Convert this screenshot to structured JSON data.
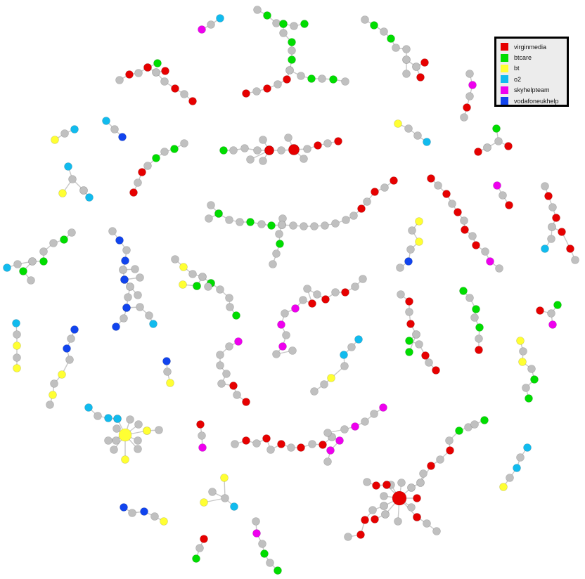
{
  "legend": {
    "items": [
      {
        "label": "virginmedia",
        "color": "#e60000"
      },
      {
        "label": "btcare",
        "color": "#00dd00"
      },
      {
        "label": "bt",
        "color": "#ffff33"
      },
      {
        "label": "o2",
        "color": "#11bbee"
      },
      {
        "label": "skyhelpteam",
        "color": "#ee00ee"
      },
      {
        "label": "vodafoneukhelp",
        "color": "#1144ee"
      }
    ]
  },
  "colors": {
    "unlabeled_node": "#c0c0c0",
    "edge": "#c8c8c8",
    "background": "#ffffff"
  }
}
